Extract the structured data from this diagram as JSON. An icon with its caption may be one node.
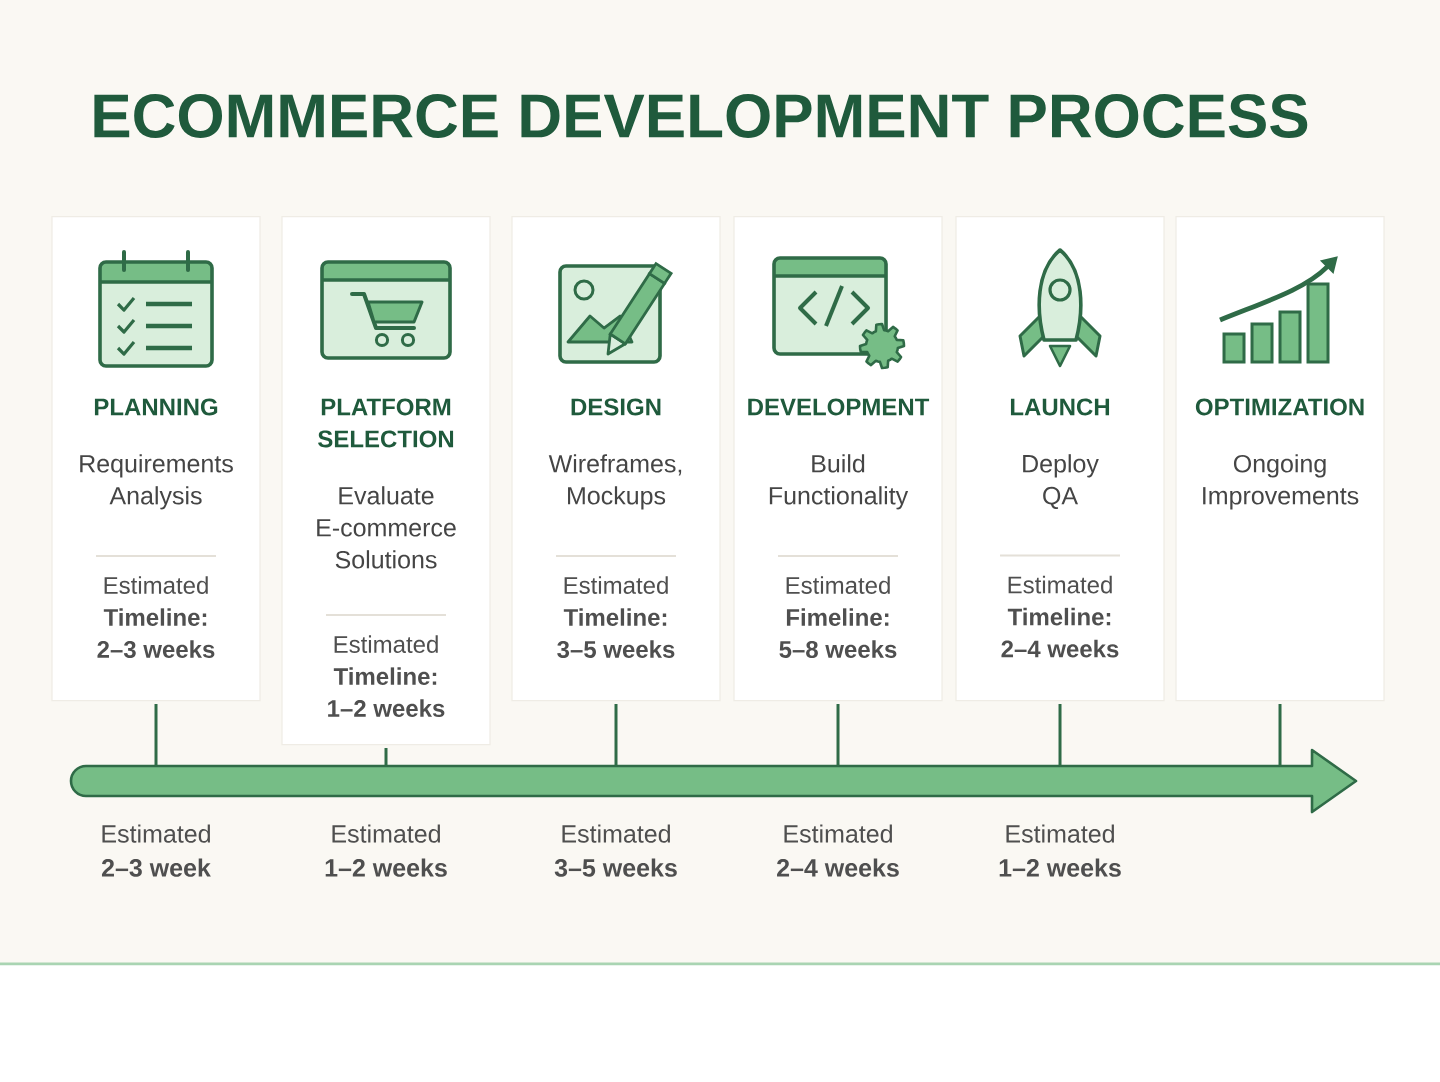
{
  "diagram": {
    "title": "ECOMMERCE DEVELOPMENT PROCESS",
    "nodes": [
      {
        "text": [
          "PLANNING",
          "Requirements Analysis",
          "Estimated **Timeline: 2–3 weeks**"
        ]
      },
      {
        "text": [
          "PLATFORM SELECTION",
          "Evaluate E-commerce Solutions",
          "Estimated **Timeline: 1–2 weeks**"
        ]
      },
      {
        "text": [
          "DESIGN",
          "Wireframes, Mockups",
          "Estimated **Timeline: 3–5 weeks**"
        ]
      },
      {
        "text": [
          "DEVELOPMENT",
          "Build Functionality",
          "Estimated **Fimeline: 5–8 weeks**"
        ]
      },
      {
        "text": [
          "LAUNCH",
          "Deploy QA",
          "Estimated **Timeline: 2–4 weeks**"
        ]
      },
      {
        "text": [
          "OPTIMIZATION",
          "Ongoing Improvements"
        ]
      }
    ],
    "labels": [
      "Estimated **2–3 week**",
      "Estimated **1–2 weeks**",
      "Estimated **3–5 weeks**",
      "Estimated **2–4 weeks**",
      "Estimated **1–2 weeks**"
    ]
  }
}
